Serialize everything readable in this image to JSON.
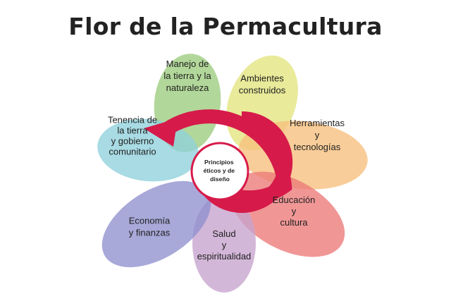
{
  "title": "Flor de la Permacultura",
  "center": {
    "lines": [
      "Principios",
      "éticos y de",
      "diseño"
    ]
  },
  "petals": [
    {
      "id": "tierra",
      "lines": [
        "Manejo de",
        "la tierra y la",
        "naturaleza"
      ],
      "color": "#9ccc7d"
    },
    {
      "id": "ambientes",
      "lines": [
        "Ambientes",
        "construidos"
      ],
      "color": "#e3e47e"
    },
    {
      "id": "herramientas",
      "lines": [
        "Herramientas",
        "y",
        "tecnologías"
      ],
      "color": "#f7bf7c"
    },
    {
      "id": "educacion",
      "lines": [
        "Educación",
        "y",
        "cultura"
      ],
      "color": "#ec7a79"
    },
    {
      "id": "salud",
      "lines": [
        "Salud",
        "y",
        "espiritualidad"
      ],
      "color": "#c7a3cd"
    },
    {
      "id": "economia",
      "lines": [
        "Economía",
        "y finanzas"
      ],
      "color": "#8f8fce"
    },
    {
      "id": "tenencia",
      "lines": [
        "Tenencia de",
        "la tierra",
        "y gobierno",
        "comunitario"
      ],
      "color": "#8fd1db"
    }
  ],
  "spiral_color": "#d61a4a"
}
